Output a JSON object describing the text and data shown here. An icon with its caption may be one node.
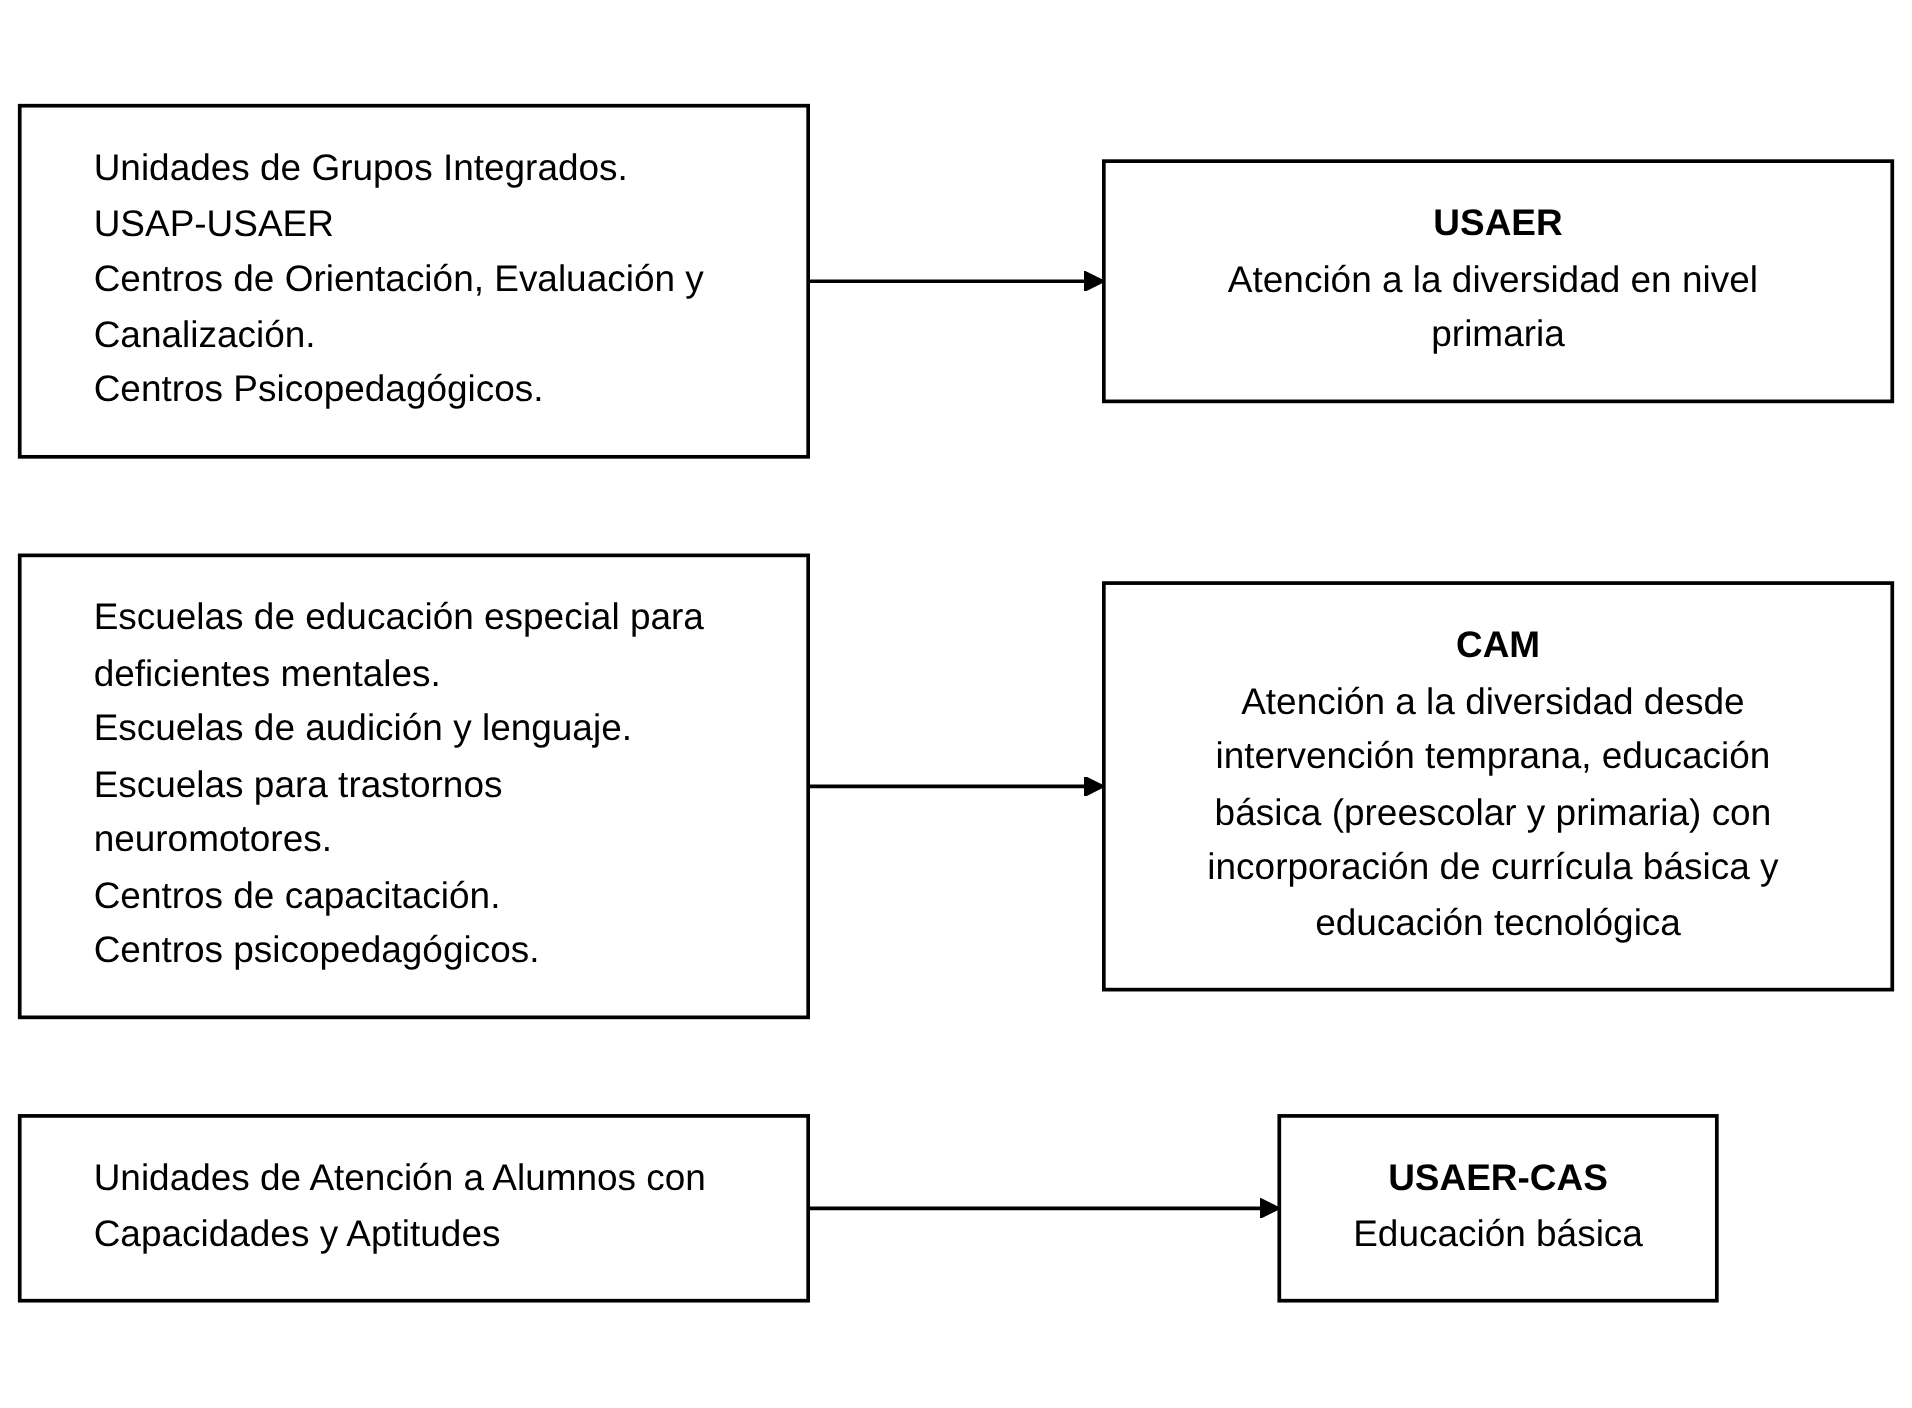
{
  "diagram": {
    "nodes": [
      {
        "text": [
          "Unidades de Grupos Integrados.",
          "USAP-USAER",
          "Centros de Orientación, Evaluación y Canalización.",
          "Centros Psicopedagógicos."
        ]
      },
      {
        "text": [
          "USAER",
          "Atención a la diversidad en nivel primaria"
        ]
      },
      {
        "text": [
          "Escuelas de educación especial para deficientes mentales.",
          "Escuelas de audición y lenguaje.",
          "Escuelas para trastornos neuromotores.",
          "Centros de capacitación.",
          "Centros psicopedagógicos."
        ]
      },
      {
        "text": [
          "CAM",
          "Atención a la diversidad desde intervención temprana, educación básica (preescolar y primaria) con incorporación de currícula básica y educación tecnológica"
        ]
      },
      {
        "text": [
          "Unidades de Atención a Alumnos con Capacidades y Aptitudes"
        ]
      },
      {
        "text": [
          "USAER-CAS",
          "Educación básica"
        ]
      }
    ],
    "edges": [
      {
        "from": 0,
        "to": 1,
        "arrow": "to"
      },
      {
        "from": 2,
        "to": 3,
        "arrow": "to"
      },
      {
        "from": 4,
        "to": 5,
        "arrow": "to"
      }
    ]
  }
}
